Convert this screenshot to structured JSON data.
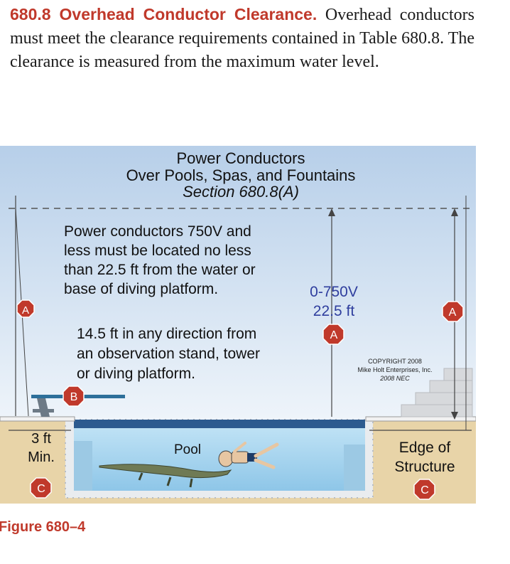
{
  "paragraph": {
    "heading": "680.8 Overhead Conductor Clearance.",
    "body": " Overhead conductors must meet the clearance requirements contained in Table 680.8. The clearance is measured from the maximum water level."
  },
  "figure": {
    "title_line1": "Power Conductors",
    "title_line2": "Over Pools, Spas, and Fountains",
    "title_line3": "Section 680.8(A)",
    "note_a_lines": [
      "Power conductors 750V and",
      "less must be located no less",
      "than 22.5 ft from the water or",
      "base of diving platform."
    ],
    "note_b_lines": [
      "14.5 ft in any direction from",
      "an observation stand, tower",
      "or diving platform."
    ],
    "voltage_label": "0-750V",
    "distance_label": "22.5 ft",
    "marker_a": "A",
    "marker_b": "B",
    "marker_c": "C",
    "copyright_lines": [
      "COPYRIGHT 2008",
      "Mike Holt Enterprises, Inc.",
      "2008 NEC"
    ],
    "min_label_line1": "3 ft",
    "min_label_line2": "Min.",
    "pool_label": "Pool",
    "edge_label_line1": "Edge of",
    "edge_label_line2": "Structure"
  },
  "caption": "Figure 680–4",
  "colors": {
    "heading": "#c0392b",
    "marker": "#c0392b",
    "sky": "#cfe0f1",
    "water": "#a8d3ee",
    "sand": "#e8d4a8"
  }
}
